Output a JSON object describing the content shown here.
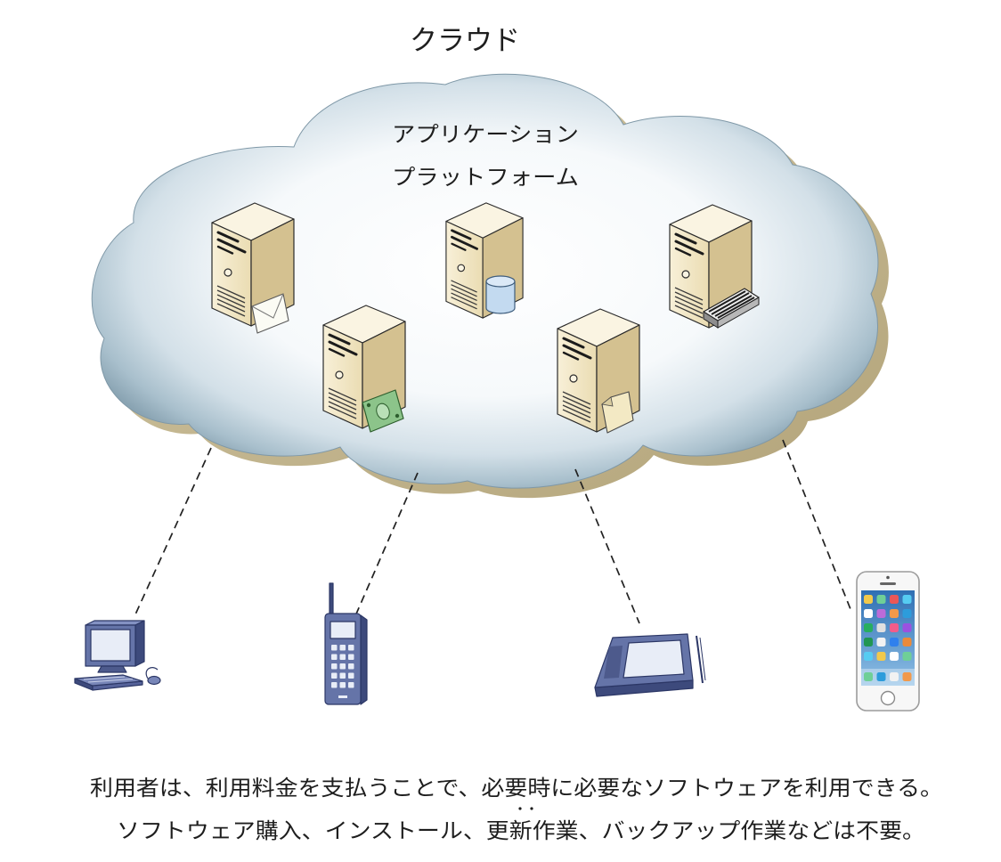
{
  "diagram": {
    "title": "クラウド",
    "cloud_layers": [
      "アプリケーション",
      "プラットフォーム"
    ],
    "servers": [
      {
        "icon": "server-icon",
        "attachment_icon": "envelope-icon"
      },
      {
        "icon": "server-icon",
        "attachment_icon": "money-bill-icon"
      },
      {
        "icon": "server-icon",
        "attachment_icon": "database-icon"
      },
      {
        "icon": "server-icon",
        "attachment_icon": "document-icon"
      },
      {
        "icon": "server-icon",
        "attachment_icon": "keyboard-icon"
      }
    ],
    "client_devices": [
      {
        "icon": "desktop-computer-icon"
      },
      {
        "icon": "mobile-phone-icon"
      },
      {
        "icon": "pda-tablet-icon"
      },
      {
        "icon": "smartphone-icon"
      }
    ]
  },
  "caption": [
    "利用者は、利用料金を支払うことで、必要時に必要なソフトウェアを利用できる。",
    "ソフトウェア購入、インストール、更新作業、バックアップ作業などは不要。"
  ],
  "colors": {
    "text": "#1e1e1e",
    "cloud_center": "#ffffff",
    "cloud_rim": "#8aa4b3",
    "cloud_shadow": "#b3a47a",
    "server_front": "#eadcb2",
    "server_side": "#d4c190",
    "device_body": "#6574a8",
    "connector": "#222222"
  }
}
